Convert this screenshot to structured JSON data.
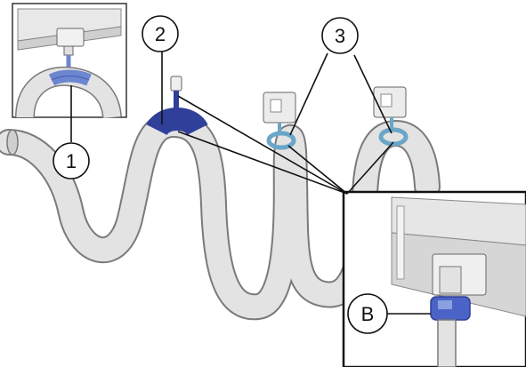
{
  "callouts": [
    {
      "id": "1",
      "text": "1"
    },
    {
      "id": "2",
      "text": "2"
    },
    {
      "id": "3",
      "text": "3"
    },
    {
      "id": "B",
      "text": "B"
    }
  ],
  "colors": {
    "hose": "#e3e3e3",
    "hose_outline": "#7a7a7a",
    "clamp_blue": "#2f3f9a",
    "clamp_light_blue": "#6d86d0",
    "bracket": "#ececec",
    "line": "#111111"
  }
}
